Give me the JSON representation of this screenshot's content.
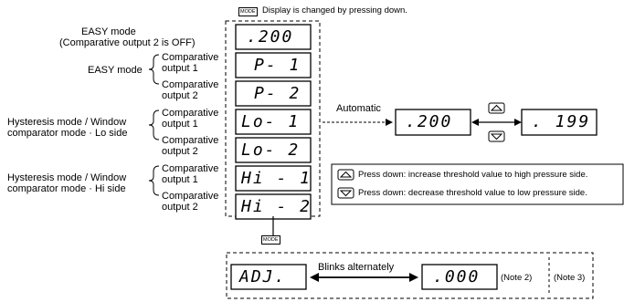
{
  "header": {
    "mode_key": "MODE",
    "text": "Display is changed by pressing down."
  },
  "left_labels": {
    "easy_off_line1": "EASY mode",
    "easy_off_line2": "(Comparative output 2 is OFF)",
    "easy_mode": "EASY mode",
    "lo_line1": "Hysteresis mode / Window",
    "lo_line2": "comparator mode · Lo side",
    "hi_line1": "Hysteresis mode / Window",
    "hi_line2": "comparator mode · Hi side"
  },
  "output_labels": {
    "out1_l1": "Comparative",
    "out1_l2": "output 1",
    "out2_l1": "Comparative",
    "out2_l2": "output 2"
  },
  "displays": [
    ".200",
    "P- 1",
    "P- 2",
    "Lo- 1",
    "Lo- 2",
    "Hi - 1",
    "Hi - 2"
  ],
  "automatic": {
    "label": "Automatic",
    "left_display": ".200",
    "right_display": ". 199"
  },
  "legend": {
    "up": "Press down: increase threshold value to high pressure side.",
    "down": "Press down: decrease threshold value to low pressure side."
  },
  "bottom": {
    "mode_key": "MODE",
    "adj_display": "ADJ.",
    "blink_label": "Blinks alternately",
    "zero_display": ".000",
    "note2": "(Note 2)",
    "note3": "(Note 3)"
  },
  "colors": {
    "line": "#000000",
    "background": "#ffffff"
  }
}
